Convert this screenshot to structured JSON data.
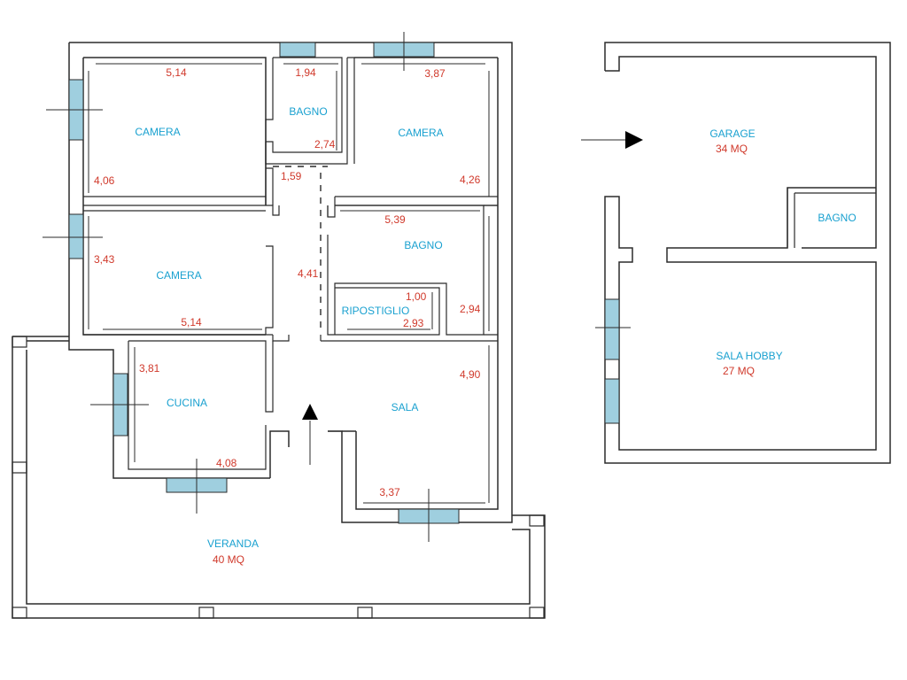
{
  "colors": {
    "room_label": "#1aa1d0",
    "dimension": "#d0392b",
    "wall": "#2b2b2b",
    "window": "#9fcfdf"
  },
  "rooms": {
    "camera1": "CAMERA",
    "bagno1": "BAGNO",
    "camera2": "CAMERA",
    "camera3": "CAMERA",
    "bagno2": "BAGNO",
    "ripostiglio": "RIPOSTIGLIO",
    "cucina": "CUCINA",
    "sala": "SALA",
    "veranda": "VERANDA",
    "garage": "GARAGE",
    "bagno3": "BAGNO",
    "sala_hobby": "SALA HOBBY"
  },
  "areas": {
    "veranda": "40 MQ",
    "garage": "34 MQ",
    "sala_hobby": "27 MQ"
  },
  "dimensions": {
    "camera1_width": "5,14",
    "camera1_height": "4,06",
    "bagno1_width": "1,94",
    "bagno1_height": "2,74",
    "camera2_width": "3,87",
    "camera2_height": "4,26",
    "corridor_width": "1,59",
    "corridor_length": "4,41",
    "camera3_height": "3,43",
    "camera3_width": "5,14",
    "bagno2_width": "5,39",
    "bagno2_height": "2,94",
    "ripostiglio_width": "1,00",
    "ripostiglio_length": "2,93",
    "cucina_height": "3,81",
    "cucina_width": "4,08",
    "sala_height": "4,90",
    "sala_width": "3,37"
  },
  "icons": [
    "entrance-arrow-icon",
    "garage-entrance-arrow-icon"
  ]
}
